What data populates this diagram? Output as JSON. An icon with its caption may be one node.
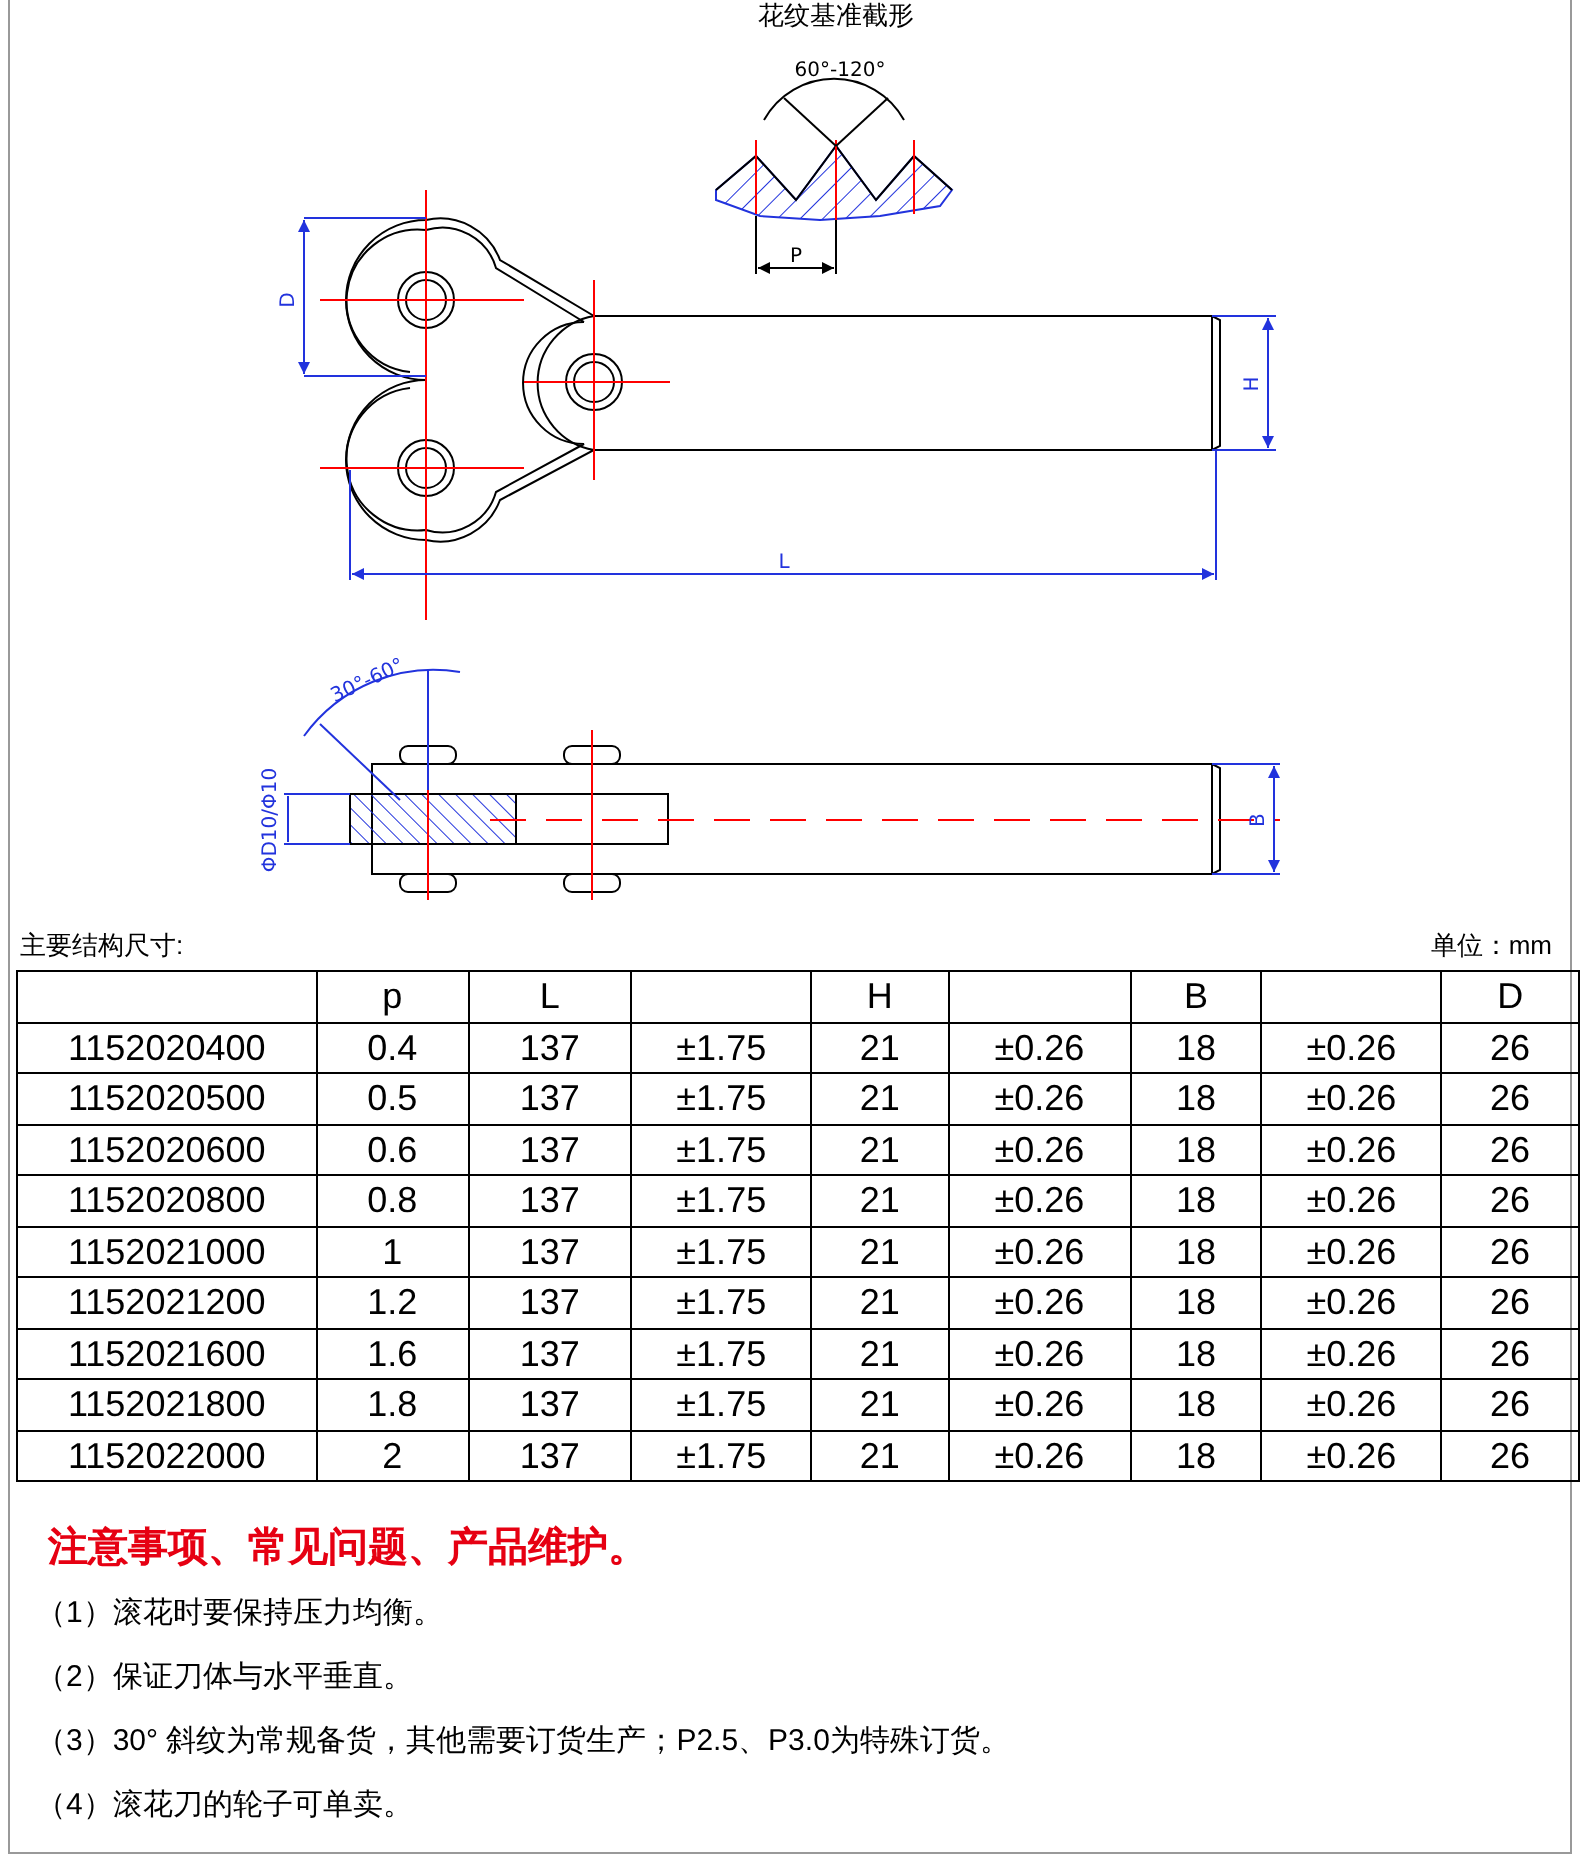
{
  "diagram": {
    "labels": [
      "花纹基准截形",
      "60°-120°",
      "P",
      "D",
      "H",
      "L",
      "30°-60°",
      "ΦD10/Φ10",
      "B",
      "主要结构尺寸:",
      "单位：mm",
      "p",
      "L",
      "H",
      "B",
      "D",
      "1152020400",
      "0.4",
      "137",
      "±1.75",
      "21",
      "±0.26",
      "18",
      "±0.26",
      "26",
      "1152020500",
      "0.5",
      "137",
      "±1.75",
      "21",
      "±0.26",
      "18",
      "±0.26",
      "26",
      "1152020600",
      "0.6",
      "137",
      "±1.75",
      "21",
      "±0.26",
      "18",
      "±0.26",
      "26",
      "1152020800",
      "0.8",
      "137",
      "±1.75",
      "21",
      "±0.26",
      "18",
      "±0.26",
      "26",
      "1152021000",
      "1",
      "137",
      "±1.75",
      "21",
      "±0.26",
      "18",
      "±0.26",
      "26",
      "1152021200",
      "1.2",
      "137",
      "±1.75",
      "21",
      "±0.26",
      "18",
      "±0.26",
      "26",
      "1152021600",
      "1.6",
      "137",
      "±1.75",
      "21",
      "±0.26",
      "18",
      "±0.26",
      "26",
      "1152021800",
      "1.8",
      "137",
      "±1.75",
      "21",
      "±0.26",
      "18",
      "±0.26",
      "26",
      "1152022000",
      "2",
      "137",
      "±1.75",
      "21",
      "±0.26",
      "18",
      "±0.26",
      "26",
      "注意事项、常见问题、产品维护。",
      "（1）滚花时要保持压力均衡。",
      "（2）保证刀体与水平垂直。",
      "（3）30° 斜纹为常规备货，其他需要订货生产；P2.5、P3.0为特殊订货。",
      "（4）滚花刀的轮子可单卖。"
    ]
  }
}
